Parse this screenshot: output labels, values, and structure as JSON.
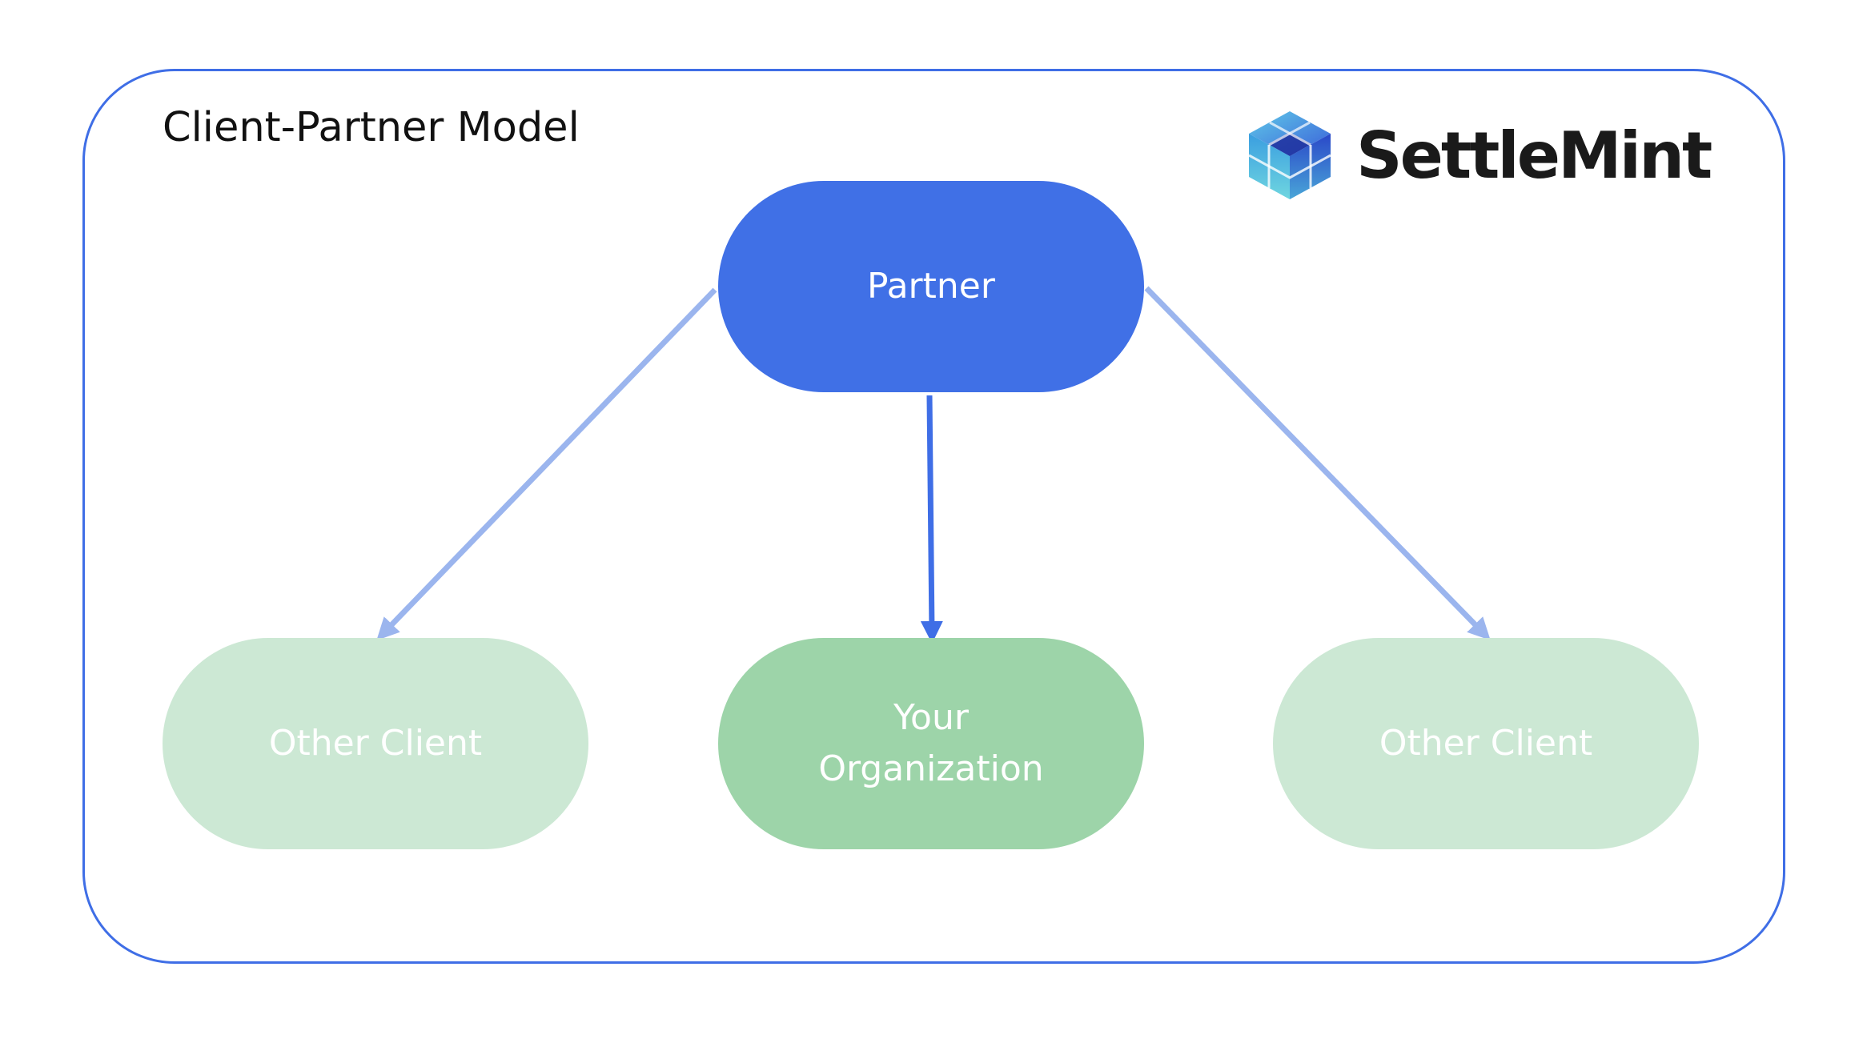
{
  "title": "Client-Partner Model",
  "brand": {
    "name": "SettleMint",
    "icon": "cube-logo-icon"
  },
  "nodes": {
    "partner": {
      "label": "Partner",
      "color": "#4070e6"
    },
    "other_client_left": {
      "label": "Other Client",
      "color": "#cce8d4"
    },
    "your_organization": {
      "label": "Your\nOrganization",
      "color": "#9dd4a9"
    },
    "other_client_right": {
      "label": "Other Client",
      "color": "#cce8d4"
    }
  },
  "edges": [
    {
      "from": "Partner",
      "to": "Other Client",
      "color": "#9bb5ee"
    },
    {
      "from": "Partner",
      "to": "Your Organization",
      "color": "#3f6ee6"
    },
    {
      "from": "Partner",
      "to": "Other Client",
      "color": "#9bb5ee"
    }
  ],
  "colors": {
    "frame": "#3f6ee6",
    "text_dark": "#111111"
  }
}
